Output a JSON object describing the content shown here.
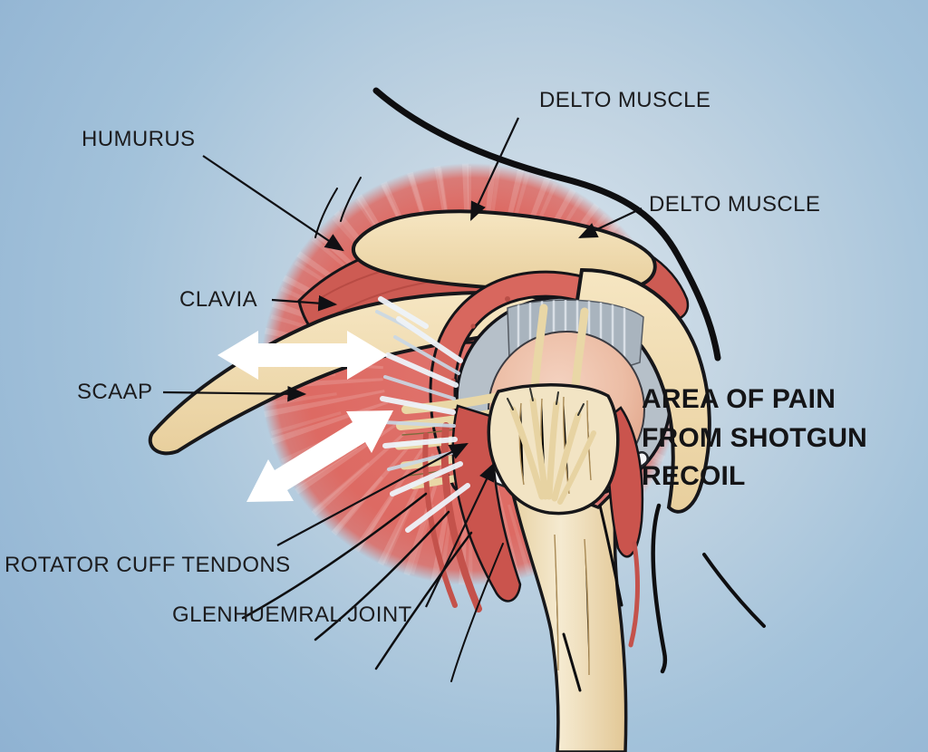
{
  "title": "Shoulder anatomy diagram - area of pain from shotgun recoil",
  "labels": {
    "humurus": "HUMURUS",
    "delto_muscle_top": "DELTO MUSCLE",
    "delto_muscle_right": "DELTO MUSCLE",
    "clavia": "CLAVIA",
    "scaap": "SCAAP",
    "rotator_cuff_tendons": "ROTATOR CUFF TENDONS",
    "glenhuemral_joint": "GLENHUEMRAL JOINT",
    "area_of_pain": "AREA OF PAIN FROM SHOTGUN RECOIL"
  },
  "colors": {
    "background_edge": "#8fb2d2",
    "background_center": "#dbe6ef",
    "pain_area_red": "#dd6a63",
    "muscle_red": "#cd5b53",
    "bone_cream": "#f2dcb2",
    "tendon_yellow": "#e9d7a6",
    "capsule_gray": "#b6c0c9",
    "humeral_head_pink": "#ecc0ab",
    "arrow_white": "#ffffff",
    "line_black": "#111114",
    "label_text": "#1c1c1e"
  }
}
